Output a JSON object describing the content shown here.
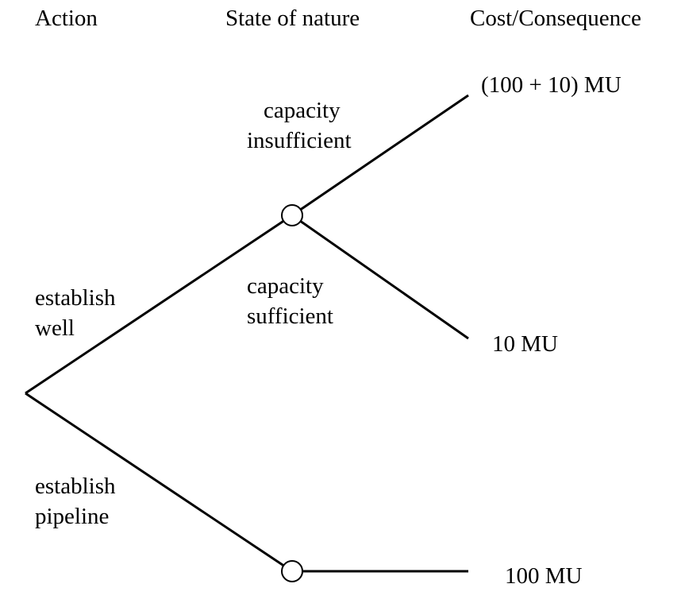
{
  "headers": {
    "action": "Action",
    "state": "State of nature",
    "cost": "Cost/Consequence"
  },
  "branches": {
    "well": {
      "line1": "establish",
      "line2": "well"
    },
    "pipeline": {
      "line1": "establish",
      "line2": "pipeline"
    },
    "insufficient": {
      "line1": "capacity",
      "line2": "insufficient"
    },
    "sufficient": {
      "line1": "capacity",
      "line2": "sufficient"
    }
  },
  "outcomes": {
    "insufficient": "(100 + 10) MU",
    "sufficient": "10 MU",
    "pipeline": "100 MU"
  }
}
